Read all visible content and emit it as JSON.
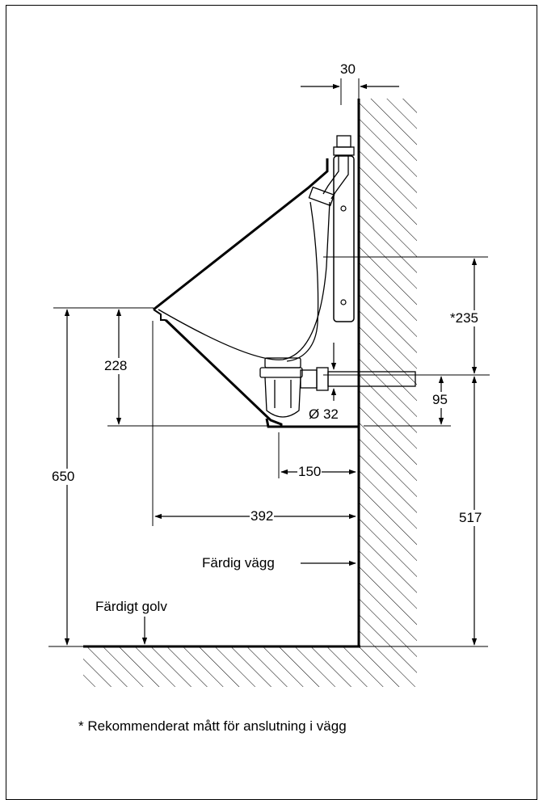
{
  "dimensions": {
    "width_30": "30",
    "height_235": "*235",
    "height_228": "228",
    "diameter_32": "Ø 32",
    "height_95": "95",
    "height_650": "650",
    "depth_150": "150",
    "height_517": "517",
    "depth_392": "392"
  },
  "labels": {
    "finished_wall": "Färdig vägg",
    "finished_floor": "Färdigt golv"
  },
  "footnote": "* Rekommenderat mått för anslutning i vägg"
}
